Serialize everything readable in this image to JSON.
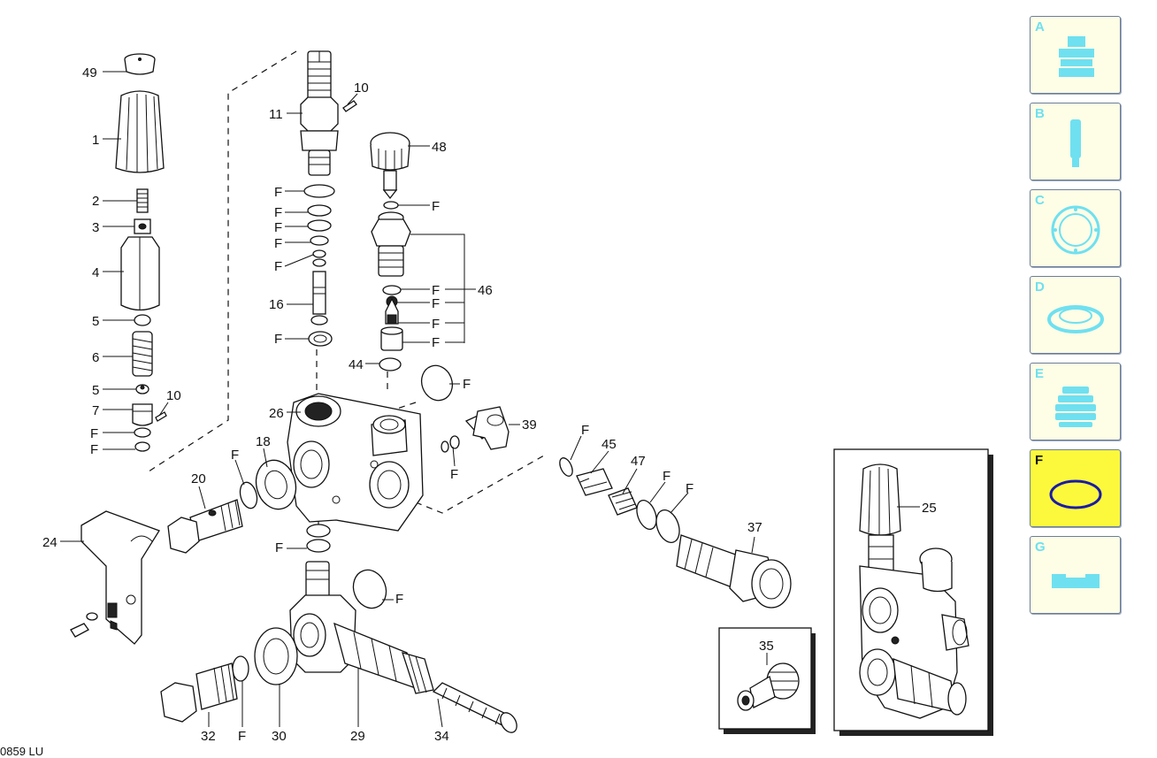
{
  "sidebar": {
    "items": [
      {
        "letter": "A",
        "icon": "pump-head-icon",
        "active": false
      },
      {
        "letter": "B",
        "icon": "piston-icon",
        "active": false
      },
      {
        "letter": "C",
        "icon": "gasket-icon",
        "active": false
      },
      {
        "letter": "D",
        "icon": "seal-icon",
        "active": false
      },
      {
        "letter": "E",
        "icon": "bellows-icon",
        "active": false
      },
      {
        "letter": "F",
        "icon": "o-ring-icon",
        "active": true
      },
      {
        "letter": "G",
        "icon": "bracket-icon",
        "active": false
      }
    ],
    "accent": "#6fe0f0",
    "active_color": "#fcf93c",
    "button_color": "#fefde6"
  },
  "labels": {
    "p49": "49",
    "p1": "1",
    "p2": "2",
    "p3": "3",
    "p4": "4",
    "p5a": "5",
    "p6": "6",
    "p5b": "5",
    "p7": "7",
    "p10a": "10",
    "fa": "F",
    "fb": "F",
    "p11": "11",
    "p10b": "10",
    "f1": "F",
    "f2": "F",
    "f3": "F",
    "f4": "F",
    "f5": "F",
    "p16": "16",
    "f6": "F",
    "p48": "48",
    "f7": "F",
    "p46": "46",
    "f8": "F",
    "f9": "F",
    "f10": "F",
    "f11": "F",
    "p44": "44",
    "f12": "F",
    "p26": "26",
    "p39": "39",
    "f13": "F",
    "p18": "18",
    "f14": "F",
    "p20": "20",
    "p24": "24",
    "f15": "F",
    "f16": "F",
    "p45": "45",
    "p47": "47",
    "f17": "F",
    "f18": "F",
    "p37": "37",
    "f19": "F",
    "p32": "32",
    "f20": "F",
    "p30": "30",
    "p29": "29",
    "p34": "34",
    "p35": "35",
    "p25": "25"
  },
  "footer_text": "0859 LU"
}
